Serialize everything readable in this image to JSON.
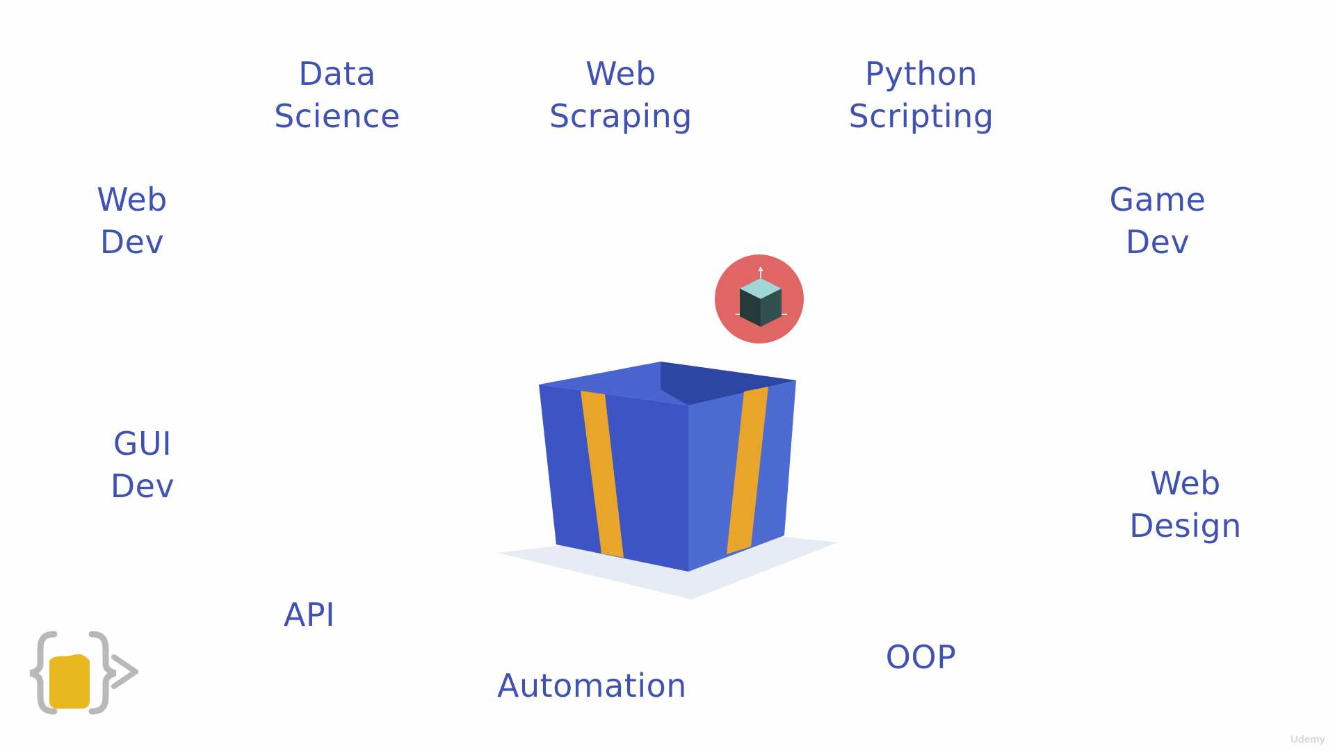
{
  "topics": {
    "data_science": [
      "Data",
      "Science"
    ],
    "web_scraping": [
      "Web",
      "Scraping"
    ],
    "python_scripting": [
      "Python",
      "Scripting"
    ],
    "web_dev": [
      "Web",
      "Dev"
    ],
    "game_dev": [
      "Game",
      "Dev"
    ],
    "gui_dev": [
      "GUI",
      "Dev"
    ],
    "web_design": [
      "Web",
      "Design"
    ],
    "api": [
      "API"
    ],
    "automation": [
      "Automation"
    ],
    "oop": [
      "OOP"
    ]
  },
  "icons": {
    "box": "open-gift-box-icon",
    "cube": "3d-cube-icon",
    "logo": "curly-braces-cup-logo"
  },
  "watermark": "Udemy",
  "colors": {
    "text": "#3f51b5",
    "box_front": "#3d55c4",
    "box_side": "#4b6bd2",
    "ribbon": "#e8a52a",
    "badge": "#e06666",
    "logo_yellow": "#e8b820"
  }
}
